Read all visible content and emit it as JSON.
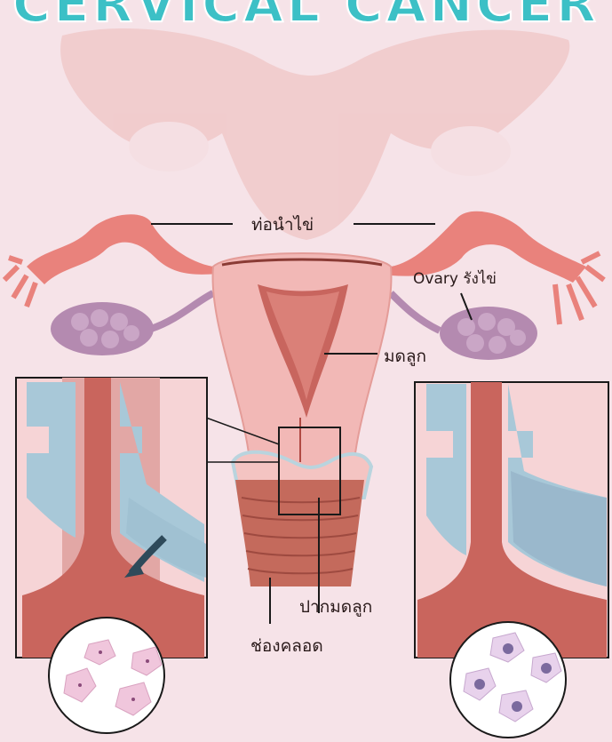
{
  "title": "CERVICAL CANCER",
  "labels": {
    "fallopian_tube": "ท่อนำไข่",
    "ovary": "Ovary รังไข่",
    "uterus": "มดลูก",
    "cervix": "ปากมดลูก",
    "vagina": "ช่องคลอด"
  },
  "colors": {
    "title": "#3cc0c6",
    "background": "#f6e3e8",
    "tissue": "#f2b8b6",
    "muscle": "#c8655e",
    "ovary": "#b48ab0",
    "epithelium": "#a8c8d8"
  }
}
